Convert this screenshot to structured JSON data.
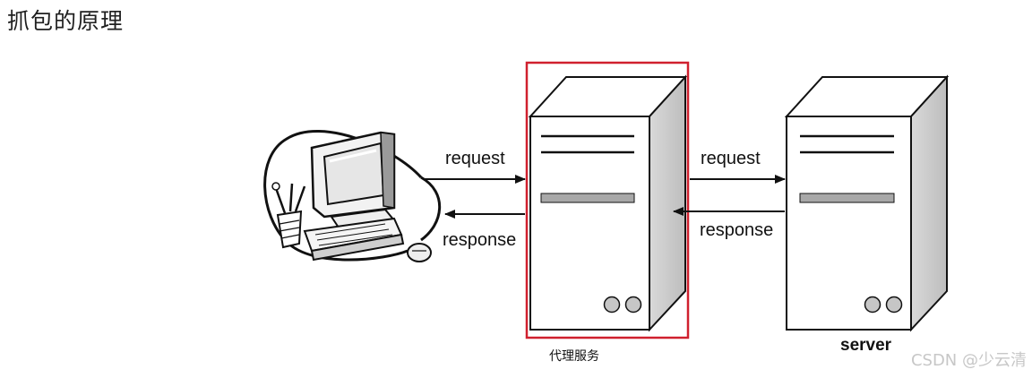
{
  "page": {
    "title": "抓包的原理"
  },
  "diagram": {
    "left_request_label": "request",
    "left_response_label": "response",
    "right_request_label": "request",
    "right_response_label": "response",
    "proxy_label": "代理服务",
    "server_label": "server",
    "highlight_color": "#d0202e"
  },
  "watermark": "CSDN @少云清"
}
